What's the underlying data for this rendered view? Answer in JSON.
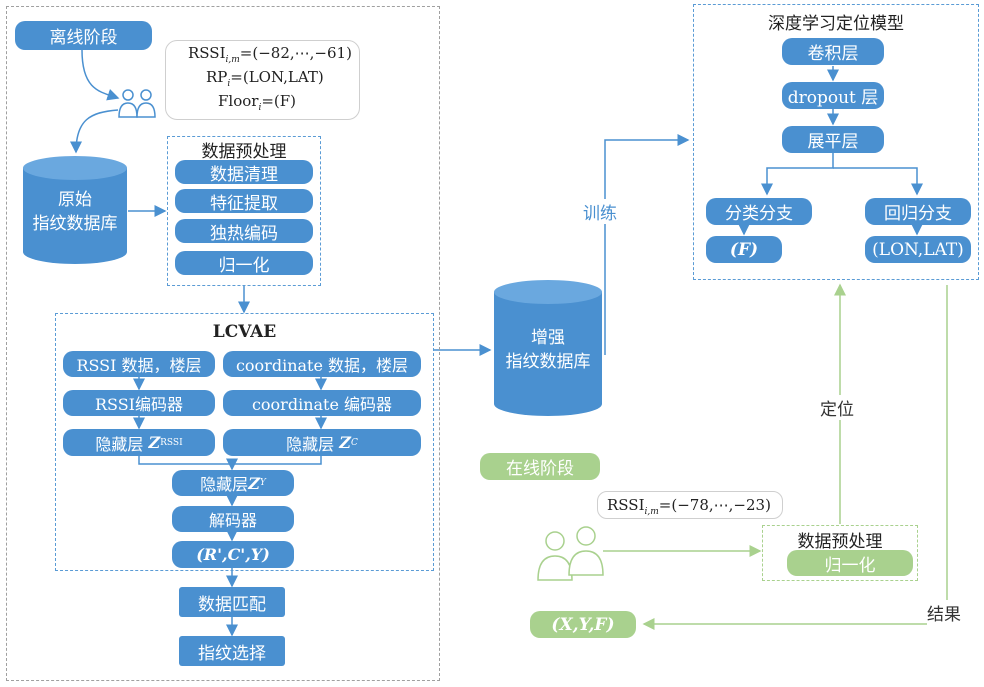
{
  "offline": {
    "stage_label": "离线阶段",
    "info": {
      "rssi_prefix": "RSSI",
      "rssi_sub": "i,m",
      "rssi_value": "=(−82,⋯,−61)",
      "rp_prefix": "RP",
      "rp_sub": "i",
      "rp_value": "=(LON,LAT)",
      "floor_prefix": "Floor",
      "floor_sub": "i",
      "floor_value": "=(F)"
    },
    "db_line1": "原始",
    "db_line2": "指纹数据库",
    "preprocess": {
      "title": "数据预处理",
      "steps": [
        "数据清理",
        "特征提取",
        "独热编码",
        "归一化"
      ]
    }
  },
  "lcvae": {
    "title": "LCVAE",
    "left_input": "RSSI 数据，楼层",
    "right_input": "coordinate 数据，楼层",
    "left_encoder": "RSSI编码器",
    "right_encoder": "coordinate 编码器",
    "left_latent_prefix": "隐藏层",
    "left_latent_z": "Z",
    "left_latent_sub": "RSSI",
    "right_latent_prefix": "隐藏层",
    "right_latent_z": "Z",
    "right_latent_sub": "C",
    "joint_latent_prefix": "隐藏层",
    "joint_latent_z": "Z",
    "joint_latent_sub": "Y",
    "decoder": "解码器",
    "output": "(R',C',Y)"
  },
  "data_match": "数据匹配",
  "fingerprint_select": "指纹选择",
  "augmented_db_line1": "增强",
  "augmented_db_line2": "指纹数据库",
  "train_label": "训练",
  "model": {
    "title": "深度学习定位模型",
    "conv": "卷积层",
    "dropout": "dropout 层",
    "flatten": "展平层",
    "cls_branch": "分类分支",
    "reg_branch": "回归分支",
    "cls_out": "(F)",
    "reg_out": "(LON,LAT)"
  },
  "online": {
    "stage_label": "在线阶段",
    "rssi_prefix": "RSSI",
    "rssi_sub": "i,m",
    "rssi_value": "=(−78,⋯,−23)",
    "preprocess_title": "数据预处理",
    "normalize": "归一化",
    "locate_label": "定位",
    "result_label": "结果",
    "final_out": "(X,Y,F)"
  },
  "colors": {
    "blue": "#4a90d0",
    "green": "#a9d18e",
    "dash_blue": "#5a9bd5",
    "dash_gray": "#a0a0a0"
  }
}
